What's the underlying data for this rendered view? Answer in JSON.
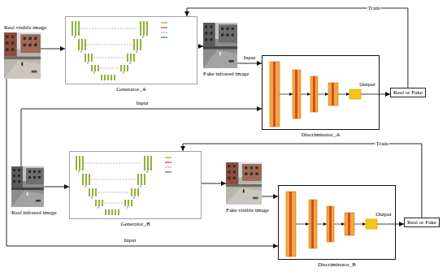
{
  "diagram": {
    "nodes": [
      {
        "text": [
          "Real visible image"
        ]
      },
      {
        "text": [
          "Generator_A"
        ]
      },
      {
        "text": [
          "Fake infrared image"
        ]
      },
      {
        "text": [
          "Discriminator_A"
        ]
      },
      {
        "text": [
          "Real or Fake"
        ]
      },
      {
        "text": [
          "Real infrared image"
        ]
      },
      {
        "text": [
          "Generator_B"
        ]
      },
      {
        "text": [
          "Fake visible image"
        ]
      },
      {
        "text": [
          "Discriminator_B"
        ]
      },
      {
        "text": [
          "Real or Fake"
        ]
      }
    ],
    "edges": [
      {
        "from": 0,
        "to": 1,
        "arrow": "to"
      },
      {
        "from": 1,
        "to": 2,
        "arrow": "to"
      },
      {
        "from": 2,
        "to": 3,
        "arrow": "to",
        "label": "Input"
      },
      {
        "from": 3,
        "to": 4,
        "arrow": "to",
        "label": "Output"
      },
      {
        "from": 4,
        "to": 1,
        "arrow": "to",
        "label": "Train"
      },
      {
        "from": 5,
        "to": 3,
        "arrow": "to",
        "label": "Input"
      },
      {
        "from": 5,
        "to": 6,
        "arrow": "to"
      },
      {
        "from": 6,
        "to": 7,
        "arrow": "to"
      },
      {
        "from": 7,
        "to": 8,
        "arrow": "to"
      },
      {
        "from": 8,
        "to": 9,
        "arrow": "to",
        "label": "Output"
      },
      {
        "from": 9,
        "to": 6,
        "arrow": "to",
        "label": "Train"
      },
      {
        "from": 0,
        "to": 8,
        "arrow": "to",
        "label": "Input"
      }
    ]
  }
}
